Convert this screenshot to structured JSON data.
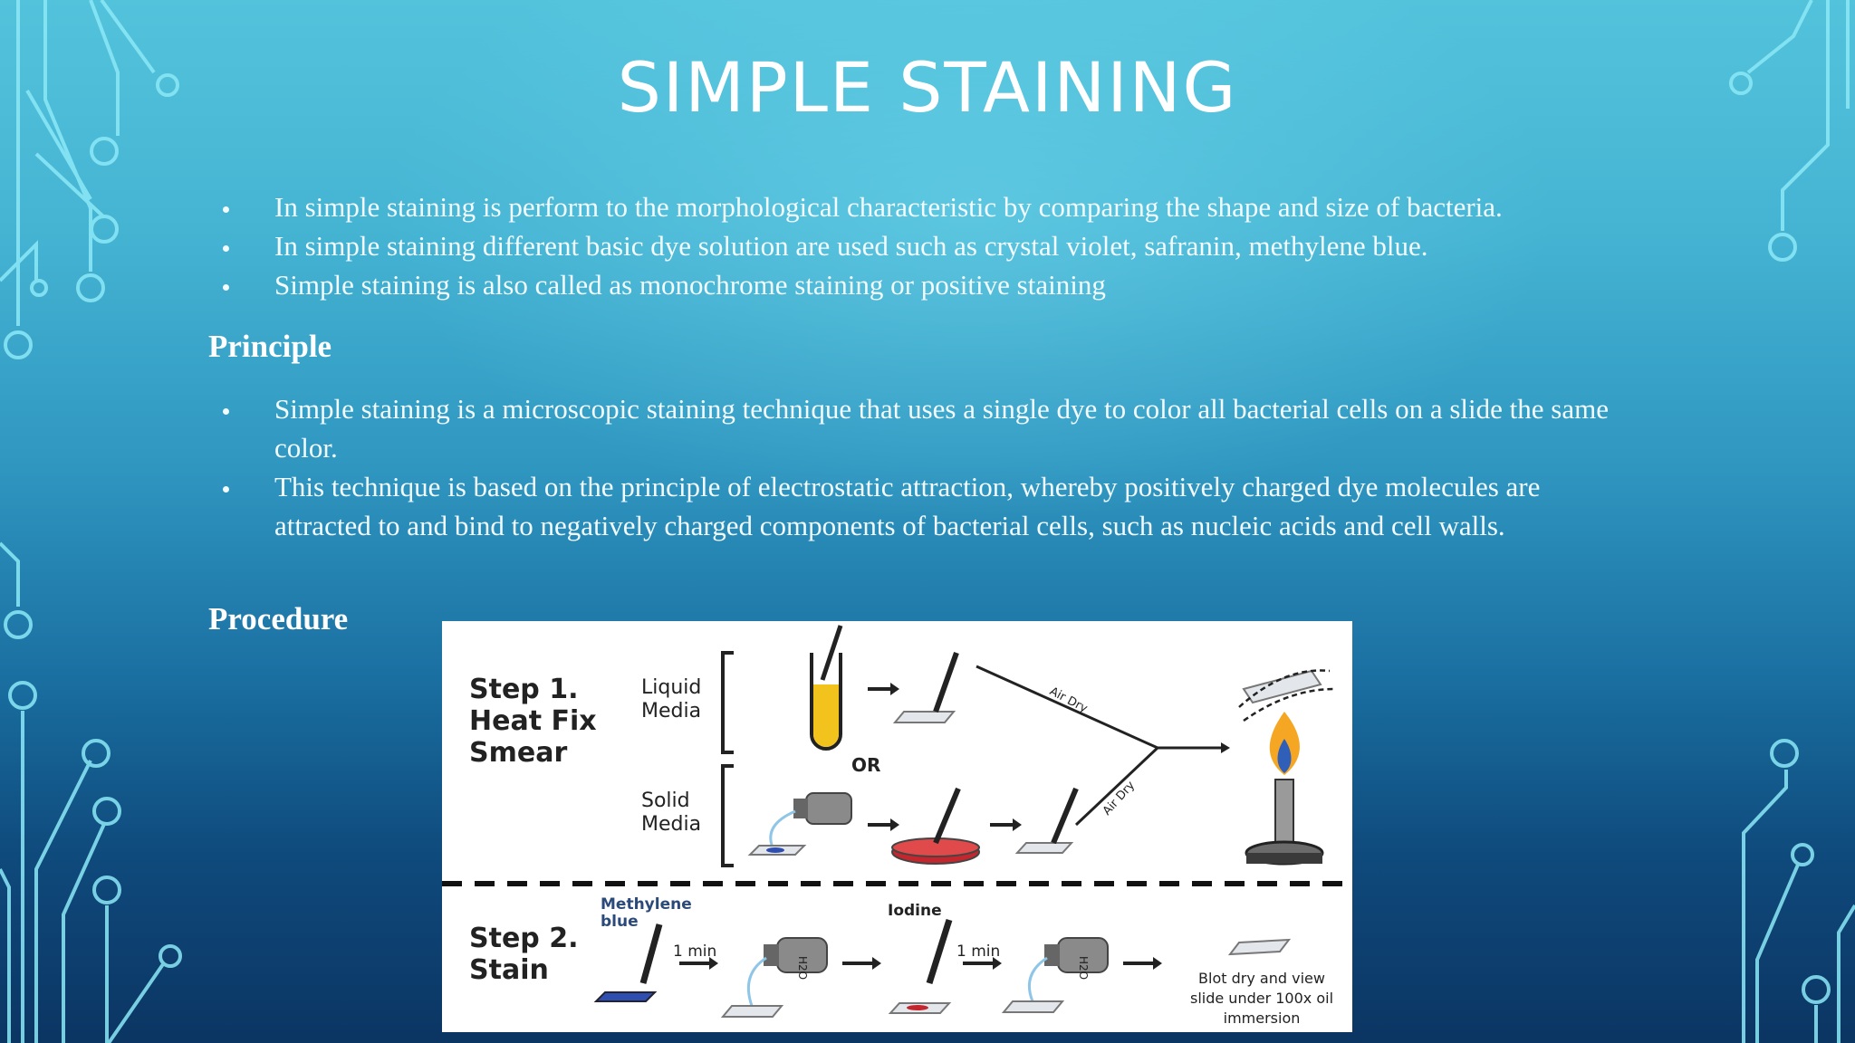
{
  "slide": {
    "title": "SIMPLE STAINING",
    "intro_bullets": [
      "In simple staining is perform to the morphological characteristic by comparing the shape and size of bacteria.",
      "In simple staining different basic dye solution are used such as crystal violet, safranin, methylene blue.",
      "Simple staining is also called as monochrome staining or positive staining"
    ],
    "principle": {
      "heading": "Principle",
      "bullets": [
        "Simple staining is a microscopic staining technique that uses a single dye to color all bacterial cells on a slide the same color.",
        "This technique is based on the principle of electrostatic attraction, whereby positively charged dye molecules are attracted to and bind to negatively charged components of bacterial cells, such as nucleic acids and cell walls."
      ]
    },
    "procedure": {
      "heading": "Procedure"
    }
  },
  "figure": {
    "step1": {
      "line1": "Step 1.",
      "line2": "Heat Fix",
      "line3": "Smear"
    },
    "liquid_media": {
      "line1": "Liquid",
      "line2": "Media"
    },
    "solid_media": {
      "line1": "Solid",
      "line2": "Media"
    },
    "or_label": "OR",
    "air_dry": "Air Dry",
    "step2": {
      "line1": "Step 2.",
      "line2": "Stain"
    },
    "methylene_blue": {
      "line1": "Methylene",
      "line2": "blue"
    },
    "iodine": "Iodine",
    "one_min": "1 min",
    "h2o": "H2O",
    "blot": {
      "line1": "Blot dry and view",
      "line2": "slide under 100x oil",
      "line3": "immersion"
    }
  },
  "colors": {
    "background_top": "#53c3dc",
    "background_bottom": "#0b3563",
    "circuit_lines": "#7fe4f5",
    "text": "#f2fbff",
    "liquid_media": "#f2c31c",
    "agar_plate": "#c4262e",
    "flame": "#f5a623",
    "methylene_stain": "#2f4fb0"
  },
  "icons": [
    "circuit-decoration-icon",
    "test-tube-icon",
    "dropper-icon",
    "slide-icon",
    "bottle-icon",
    "petri-dish-icon",
    "bunsen-burner-icon",
    "flame-icon",
    "arrow-right-icon"
  ]
}
